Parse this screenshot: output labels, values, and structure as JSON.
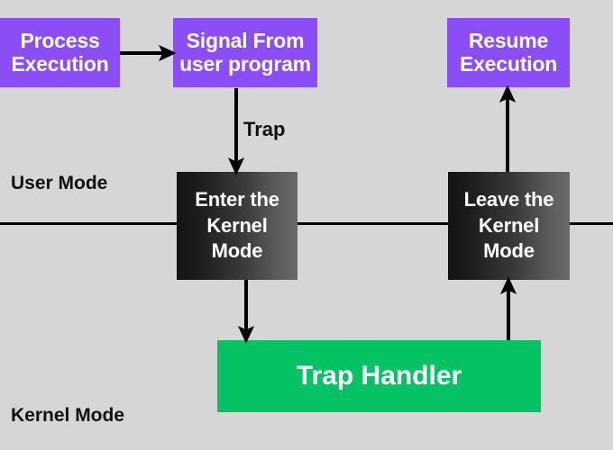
{
  "diagram": {
    "title_context": "Trap handling between user mode and kernel mode",
    "background_color": "#d6d6d6",
    "colors": {
      "purple": "#8b4df5",
      "green": "#05c264",
      "gradient_dark": "#141414",
      "gradient_light": "#6a6a6a",
      "line": "#000000",
      "box_text": "#ffffff",
      "label_text": "#111111"
    }
  },
  "boxes": {
    "process_execution": {
      "line1": "Process",
      "line2": "Execution"
    },
    "signal_from_user_program": {
      "line1": "Signal From",
      "line2": "user program"
    },
    "resume_execution": {
      "line1": "Resume",
      "line2": "Execution"
    },
    "enter_kernel_mode": {
      "line1": "Enter the",
      "line2": "Kernel",
      "line3": "Mode"
    },
    "leave_kernel_mode": {
      "line1": "Leave the",
      "line2": "Kernel",
      "line3": "Mode"
    },
    "trap_handler": {
      "label": "Trap Handler"
    }
  },
  "labels": {
    "user_mode": "User Mode",
    "kernel_mode": "Kernel Mode",
    "trap": "Trap"
  },
  "arrows": [
    {
      "name": "process-to-signal",
      "direction": "right"
    },
    {
      "name": "signal-to-enter-kernel",
      "direction": "down",
      "label": "Trap"
    },
    {
      "name": "enter-kernel-to-trap-handler",
      "direction": "down"
    },
    {
      "name": "trap-handler-to-leave-kernel",
      "direction": "up"
    },
    {
      "name": "leave-kernel-to-resume",
      "direction": "up"
    }
  ]
}
